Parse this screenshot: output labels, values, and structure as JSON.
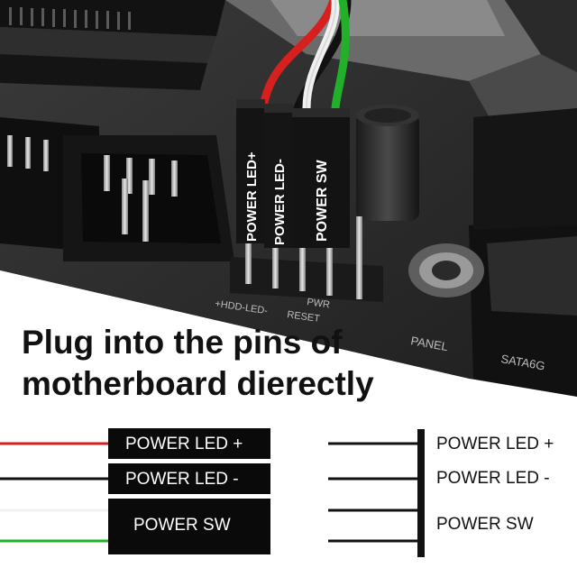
{
  "headline": {
    "line1": "Plug into the pins of",
    "line2": "motherboard dierectly"
  },
  "connector_pins": [
    {
      "label": "POWER LED +",
      "wire_color": "#d62020"
    },
    {
      "label": "POWER LED -",
      "wire_color": "#111111"
    },
    {
      "label": "POWER SW",
      "wire_color": "#f0f0f0"
    },
    {
      "label": "",
      "wire_color": "#22b02a"
    }
  ],
  "board_pins": [
    {
      "label": "POWER LED +"
    },
    {
      "label": "POWER LED -"
    },
    {
      "label": "POWER SW"
    }
  ],
  "photo": {
    "housing_labels": [
      "POWER LED+",
      "POWER LED-",
      "POWER SW"
    ],
    "silkscreen": [
      "+HDD-LED-",
      "RESET",
      "PWR",
      "PANEL",
      "SATA6G"
    ],
    "colors": {
      "pcb": "#2b2b2b",
      "connector": "#141414",
      "pin": "#c9c9c9"
    }
  }
}
